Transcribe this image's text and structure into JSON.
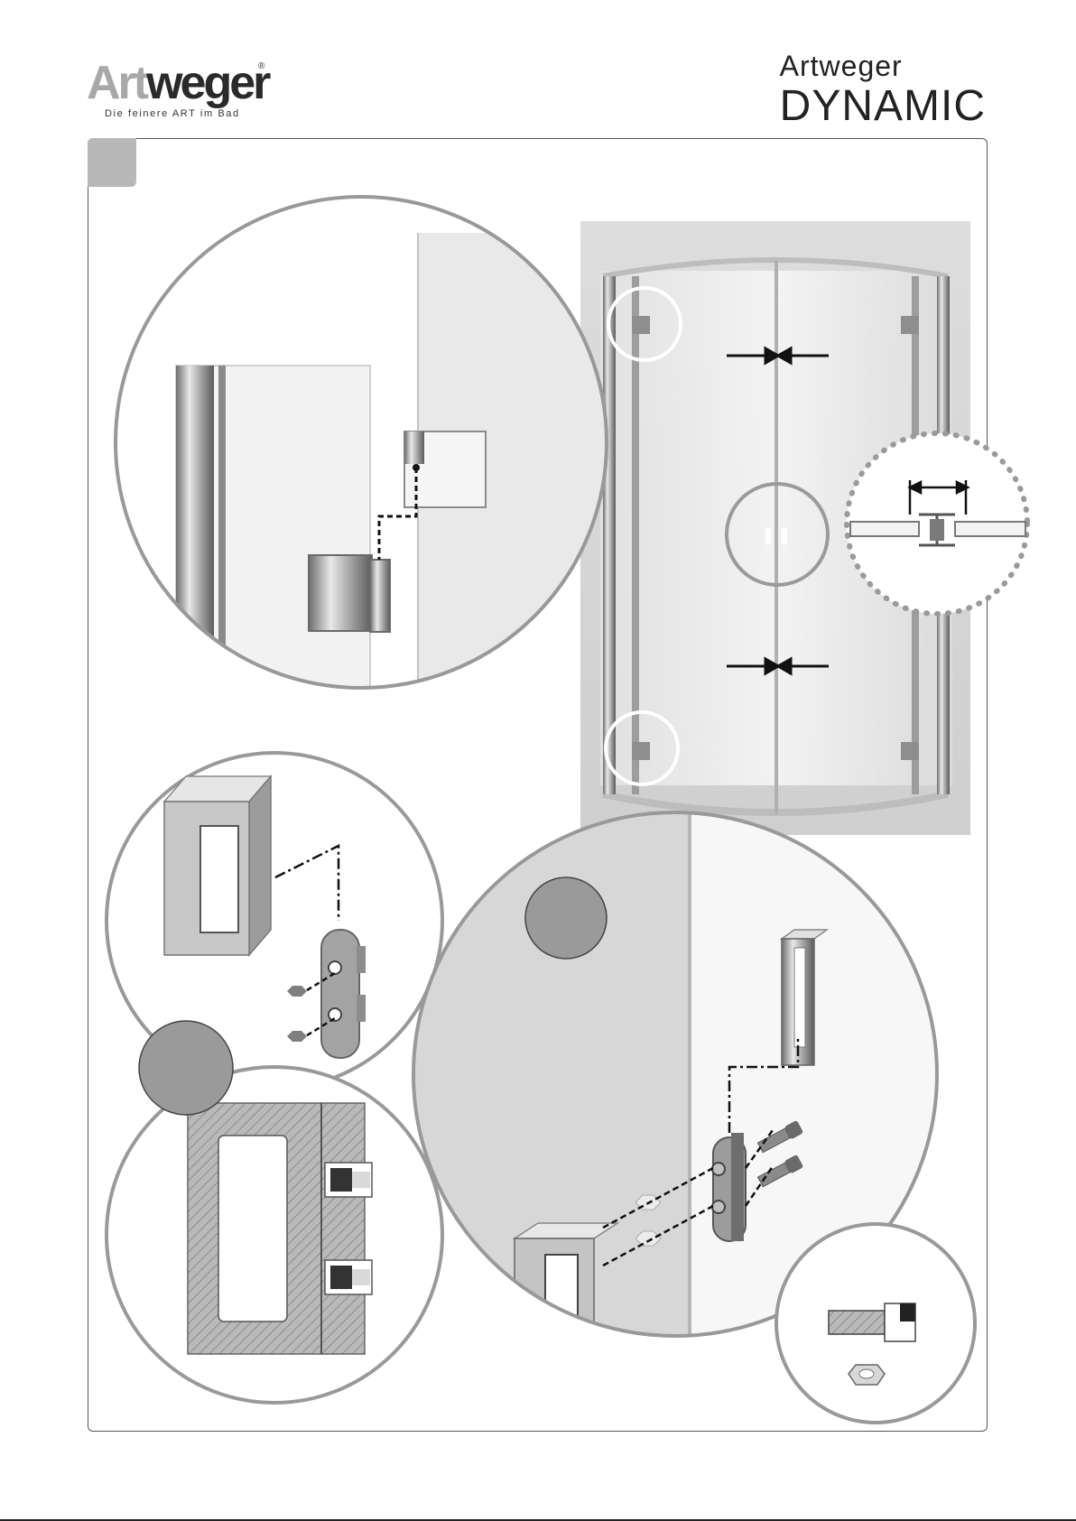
{
  "header": {
    "logo_art": "Art",
    "logo_weger": "weger",
    "logo_registered": "®",
    "logo_tagline": "Die feinere ART im Bad",
    "product_brand": "Artweger",
    "product_name": "DYNAMIC"
  },
  "colors": {
    "frame": "#555555",
    "step_tab": "#b8b8b8",
    "marker_circle": "#9a9a9a",
    "detail_circle": "#999999",
    "hatch": "#8c8c8c"
  },
  "icons": {
    "hinge_detail": "hinge-detail-icon",
    "shower_enclosure": "shower-enclosure-icon",
    "magnetic_seal": "magnetic-seal-icon",
    "hinge_exploded": "hinge-exploded-icon",
    "hinge_section": "hinge-section-icon",
    "hinge_mounting": "hinge-mounting-icon",
    "screw_nut": "screw-nut-icon"
  }
}
